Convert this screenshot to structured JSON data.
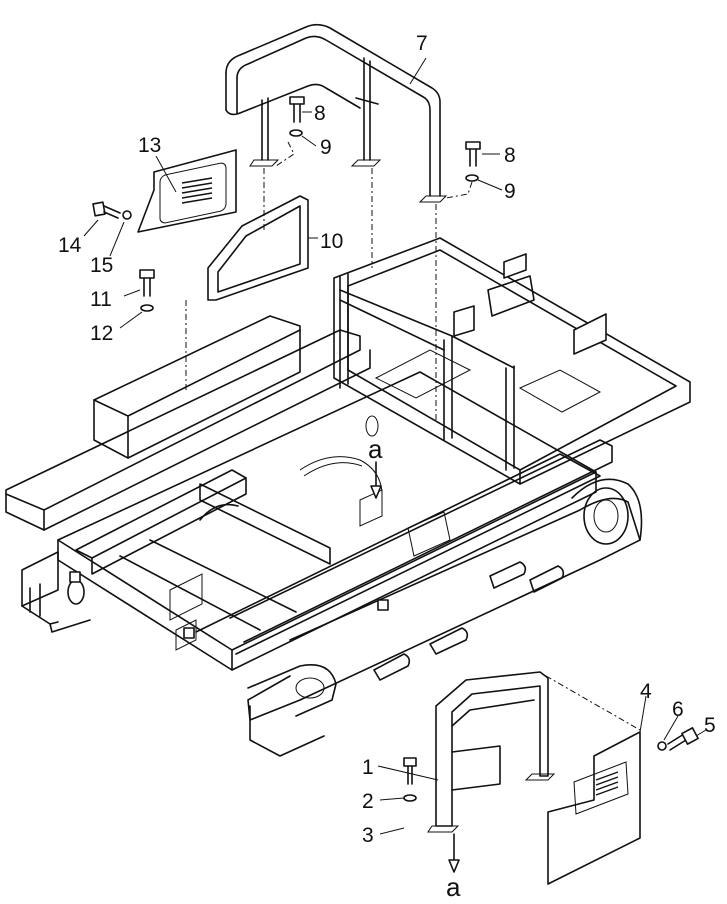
{
  "callouts": {
    "p1": "1",
    "p2": "2",
    "p3": "3",
    "p4": "4",
    "p5": "5",
    "p6": "6",
    "p7": "7",
    "p8a": "8",
    "p8b": "8",
    "p9a": "9",
    "p9b": "9",
    "p10": "10",
    "p11": "11",
    "p12": "12",
    "p13": "13",
    "p14": "14",
    "p15": "15",
    "refA_top": "a",
    "refA_bottom": "a"
  }
}
